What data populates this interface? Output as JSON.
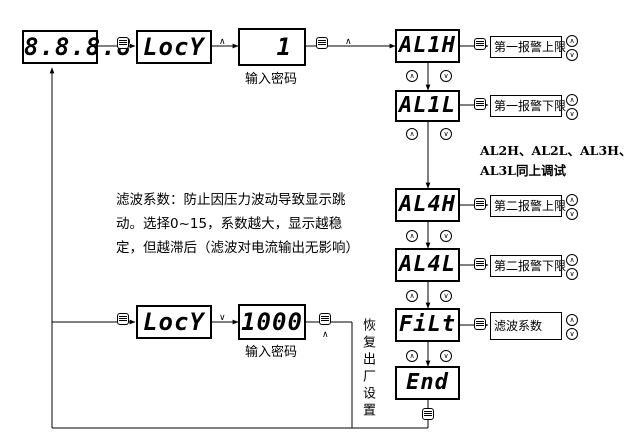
{
  "displays": {
    "main": "8.8.8.8",
    "lock_top": "LocY",
    "value_top": "1",
    "al1h": "AL1H",
    "al1l": "AL1L",
    "al4h": "AL4H",
    "al4l": "AL4L",
    "filt": "FiLt",
    "end": "End",
    "lock_bottom": "LocY",
    "value_bottom": "1000"
  },
  "labels": {
    "password_top": "输入密码",
    "password_bottom": "输入密码",
    "al1h_sub": "第一报警上限",
    "al1l_sub": "第一报警下限",
    "al4h_sub": "第二报警上限",
    "al4l_sub": "第二报警下限",
    "filt_sub": "滤波系数",
    "same_as_line1": "AL2H、AL2L、AL3H、",
    "same_as_line2": "AL3L同上调试",
    "filter_note": "滤波系数：防止因压力波动导致显示跳动。选择0~15，系数越大，显示越稳定，但越滞后（滤波对电流输出无影响）",
    "restore": "恢复出厂设置"
  },
  "icons": {
    "set_key": "set-key-icon",
    "up_key": "up-arrow-key-icon",
    "down_key": "down-arrow-key-icon",
    "shift_key": "shift-key-icon"
  },
  "symbols": {
    "shift": "∧",
    "down": "∨",
    "up": "∧"
  }
}
